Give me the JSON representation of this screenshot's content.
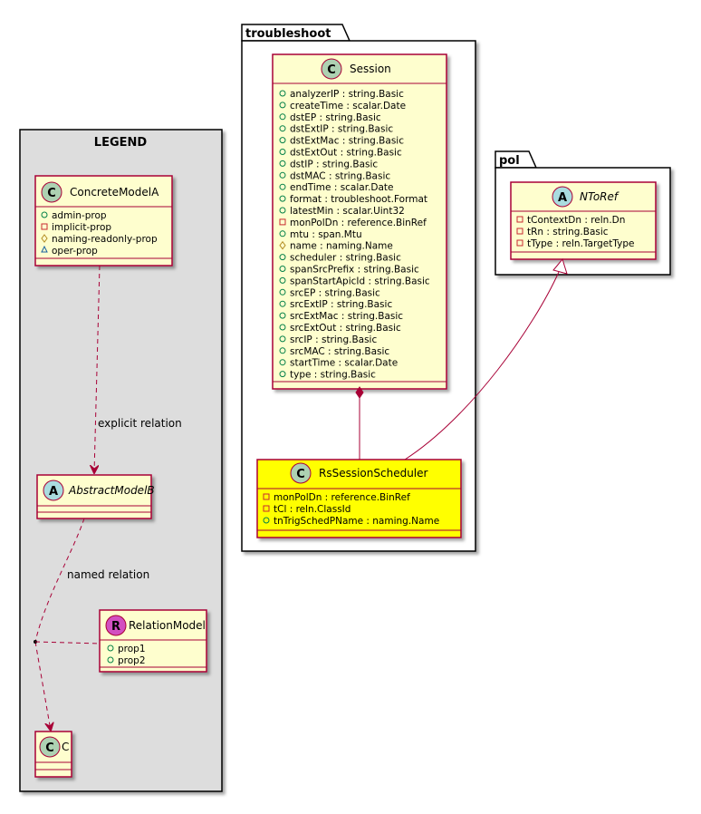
{
  "legend": {
    "title": "LEGEND",
    "concrete": {
      "name": "ConcreteModelA",
      "stereotype_icon": "C",
      "attrs": [
        "admin-prop",
        "implicit-prop",
        "naming-readonly-prop",
        "oper-prop"
      ]
    },
    "abstract": {
      "name": "AbstractModelB",
      "stereotype_icon": "A"
    },
    "relation_model": {
      "name": "RelationModel",
      "stereotype_icon": "R",
      "attrs": [
        "prop1",
        "prop2"
      ]
    },
    "c_class": {
      "name": "C",
      "stereotype_icon": "C"
    },
    "explicit_relation_label": "explicit relation",
    "named_relation_label": "named relation"
  },
  "troubleshoot": {
    "title": "troubleshoot",
    "session": {
      "name": "Session",
      "stereotype_icon": "C",
      "attrs": [
        "analyzerIP : string.Basic",
        "createTime : scalar.Date",
        "dstEP : string.Basic",
        "dstExtIP : string.Basic",
        "dstExtMac : string.Basic",
        "dstExtOut : string.Basic",
        "dstIP : string.Basic",
        "dstMAC : string.Basic",
        "endTime : scalar.Date",
        "format : troubleshoot.Format",
        "latestMin : scalar.Uint32",
        "monPolDn : reference.BinRef",
        "mtu : span.Mtu",
        "name : naming.Name",
        "scheduler : string.Basic",
        "spanSrcPrefix : string.Basic",
        "spanStartApicId : string.Basic",
        "srcEP : string.Basic",
        "srcExtIP : string.Basic",
        "srcExtMac : string.Basic",
        "srcExtOut : string.Basic",
        "srcIP : string.Basic",
        "srcMAC : string.Basic",
        "startTime : scalar.Date",
        "type : string.Basic"
      ]
    },
    "scheduler": {
      "name": "RsSessionScheduler",
      "stereotype_icon": "C",
      "attrs": [
        "monPolDn : reference.BinRef",
        "tCl : reln.ClassId",
        "tnTrigSchedPName : naming.Name"
      ]
    }
  },
  "pol": {
    "title": "pol",
    "ntoref": {
      "name": "NToRef",
      "stereotype_icon": "A",
      "attrs": [
        "tContextDn : reln.Dn",
        "tRn : string.Basic",
        "tType : reln.TargetType"
      ]
    }
  },
  "colors": {
    "class_fill": "#FEFECE",
    "class_border": "#A80036",
    "highlight_fill": "#FFFF00",
    "legend_bg": "#DDDDDD",
    "circle_c": "#ADD1B2",
    "circle_a": "#A9DCDF",
    "circle_r": "#D24FC1"
  },
  "visibility_icons": {
    "public": "circle",
    "private": "square",
    "protected": "diamond",
    "package": "triangle"
  }
}
